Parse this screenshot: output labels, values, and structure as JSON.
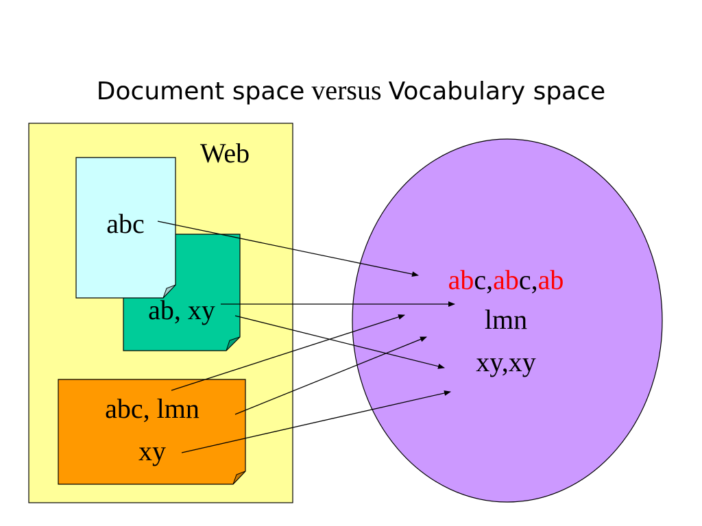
{
  "title": {
    "part1": "Document space",
    "part2": "versus",
    "part3": "Vocabulary space"
  },
  "web": {
    "label": "Web"
  },
  "documents": [
    {
      "id": "doc1",
      "text": "abc"
    },
    {
      "id": "doc2",
      "text": "ab, xy"
    },
    {
      "id": "doc3",
      "line1": "abc, lmn",
      "line2": "xy"
    }
  ],
  "vocabulary": {
    "line1": [
      {
        "text": "ab",
        "highlight": true
      },
      {
        "text": "c,",
        "highlight": false
      },
      {
        "text": "ab",
        "highlight": true
      },
      {
        "text": "c,",
        "highlight": false
      },
      {
        "text": "ab",
        "highlight": true
      }
    ],
    "line2": "lmn",
    "line3": "xy,xy"
  },
  "colors": {
    "web_fill": "#ffff99",
    "doc1_fill": "#ccffff",
    "doc2_fill": "#00cc99",
    "doc3_fill": "#ff9900",
    "vocab_fill": "#cc99ff",
    "highlight_text": "#ff0000"
  }
}
